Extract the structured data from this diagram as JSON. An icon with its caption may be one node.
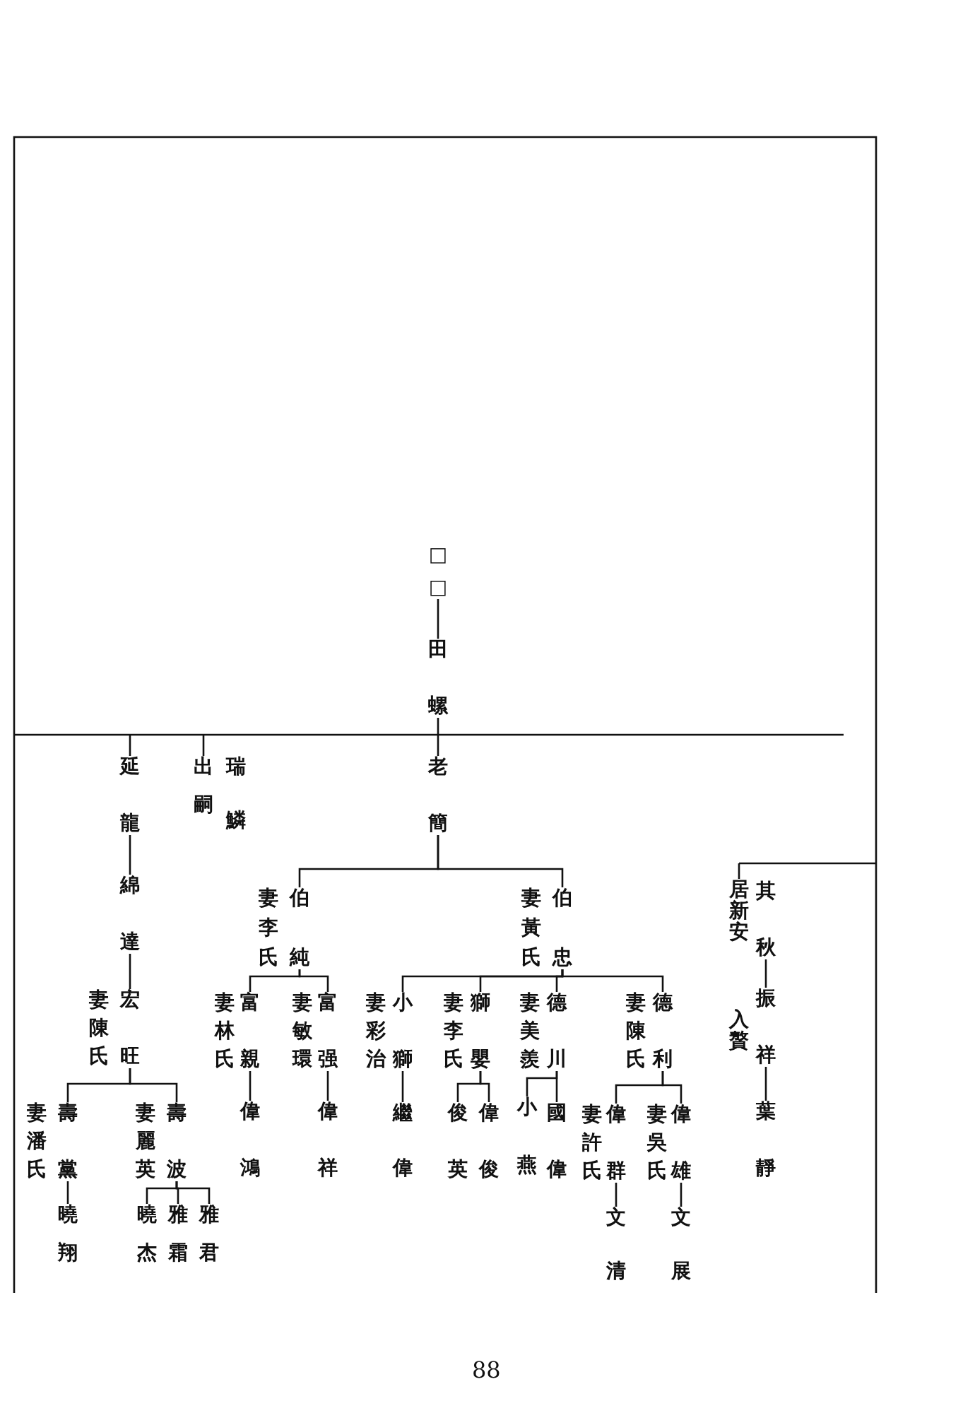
{
  "diagram": {
    "nodes": [
      {
        "text": [
          "□□"
        ]
      },
      {
        "text": [
          "田螺"
        ]
      },
      {
        "text": [
          "老簡"
        ]
      },
      {
        "text": [
          "延龍"
        ]
      },
      {
        "text": [
          "瑞鱗"
        ],
        "beside": [
          "出嗣"
        ]
      },
      {
        "text": [
          "綿達"
        ]
      },
      {
        "text": [
          "宏旺"
        ],
        "beside": [
          "妻陳氏"
        ]
      },
      {
        "text": [
          "壽黨"
        ],
        "beside": [
          "妻潘氏"
        ]
      },
      {
        "text": [
          "壽波"
        ],
        "beside": [
          "妻麗英"
        ]
      },
      {
        "text": [
          "曉翔"
        ]
      },
      {
        "text": [
          "曉杰"
        ]
      },
      {
        "text": [
          "雅霜"
        ]
      },
      {
        "text": [
          "雅君"
        ]
      },
      {
        "text": [
          "伯純"
        ],
        "beside": [
          "妻李氏"
        ]
      },
      {
        "text": [
          "伯忠"
        ],
        "beside": [
          "妻黃氏"
        ]
      },
      {
        "text": [
          "富親"
        ],
        "beside": [
          "妻林氏"
        ]
      },
      {
        "text": [
          "富强"
        ],
        "beside": [
          "妻敏環"
        ]
      },
      {
        "text": [
          "偉鴻"
        ]
      },
      {
        "text": [
          "偉祥"
        ]
      },
      {
        "text": [
          "小獅"
        ],
        "beside": [
          "妻彩治"
        ]
      },
      {
        "text": [
          "獅嬰"
        ],
        "beside": [
          "妻李氏"
        ]
      },
      {
        "text": [
          "德川"
        ],
        "beside": [
          "妻美羨"
        ]
      },
      {
        "text": [
          "德利"
        ],
        "beside": [
          "妻陳氏"
        ]
      },
      {
        "text": [
          "繼偉"
        ]
      },
      {
        "text": [
          "俊英"
        ]
      },
      {
        "text": [
          "偉俊"
        ]
      },
      {
        "text": [
          "小燕"
        ]
      },
      {
        "text": [
          "國偉"
        ]
      },
      {
        "text": [
          "偉群"
        ],
        "beside": [
          "妻許氏"
        ]
      },
      {
        "text": [
          "偉雄"
        ],
        "beside": [
          "妻吳氏"
        ]
      },
      {
        "text": [
          "文清"
        ]
      },
      {
        "text": [
          "文展"
        ]
      },
      {
        "text": [
          "其秋"
        ],
        "beside": [
          "居新安"
        ]
      },
      {
        "text": [
          "振祥"
        ],
        "beside": [
          "入贅"
        ]
      },
      {
        "text": [
          "葉靜"
        ]
      }
    ],
    "edges": [
      {
        "from": 0,
        "to": 1,
        "arrow": "none"
      },
      {
        "from": 1,
        "to": 2,
        "arrow": "none"
      },
      {
        "from": null,
        "to": 3,
        "arrow": "none"
      },
      {
        "from": null,
        "to": 4,
        "arrow": "none"
      },
      {
        "from": 3,
        "to": 5,
        "arrow": "none"
      },
      {
        "from": 5,
        "to": 6,
        "arrow": "none"
      },
      {
        "from": 6,
        "to": 7,
        "arrow": "none"
      },
      {
        "from": 6,
        "to": 8,
        "arrow": "none"
      },
      {
        "from": 7,
        "to": 9,
        "arrow": "none"
      },
      {
        "from": 8,
        "to": 10,
        "arrow": "none"
      },
      {
        "from": 8,
        "to": 11,
        "arrow": "none"
      },
      {
        "from": 8,
        "to": 12,
        "arrow": "none"
      },
      {
        "from": 2,
        "to": 13,
        "arrow": "none"
      },
      {
        "from": 2,
        "to": 14,
        "arrow": "none"
      },
      {
        "from": 13,
        "to": 15,
        "arrow": "none"
      },
      {
        "from": 13,
        "to": 16,
        "arrow": "none"
      },
      {
        "from": 15,
        "to": 17,
        "arrow": "none"
      },
      {
        "from": 16,
        "to": 18,
        "arrow": "none"
      },
      {
        "from": 14,
        "to": 19,
        "arrow": "none"
      },
      {
        "from": 14,
        "to": 20,
        "arrow": "none"
      },
      {
        "from": 14,
        "to": 21,
        "arrow": "none"
      },
      {
        "from": 14,
        "to": 22,
        "arrow": "none"
      },
      {
        "from": 19,
        "to": 23,
        "arrow": "none"
      },
      {
        "from": 20,
        "to": 24,
        "arrow": "none"
      },
      {
        "from": 20,
        "to": 25,
        "arrow": "none"
      },
      {
        "from": 21,
        "to": 26,
        "arrow": "none"
      },
      {
        "from": 21,
        "to": 27,
        "arrow": "none"
      },
      {
        "from": 22,
        "to": 28,
        "arrow": "none"
      },
      {
        "from": 22,
        "to": 29,
        "arrow": "none"
      },
      {
        "from": 28,
        "to": 30,
        "arrow": "none"
      },
      {
        "from": 29,
        "to": 31,
        "arrow": "none"
      },
      {
        "from": null,
        "to": 32,
        "arrow": "none"
      },
      {
        "from": 32,
        "to": 33,
        "arrow": "none"
      },
      {
        "from": 33,
        "to": 34,
        "arrow": "none"
      }
    ],
    "labels": [
      "88"
    ]
  }
}
